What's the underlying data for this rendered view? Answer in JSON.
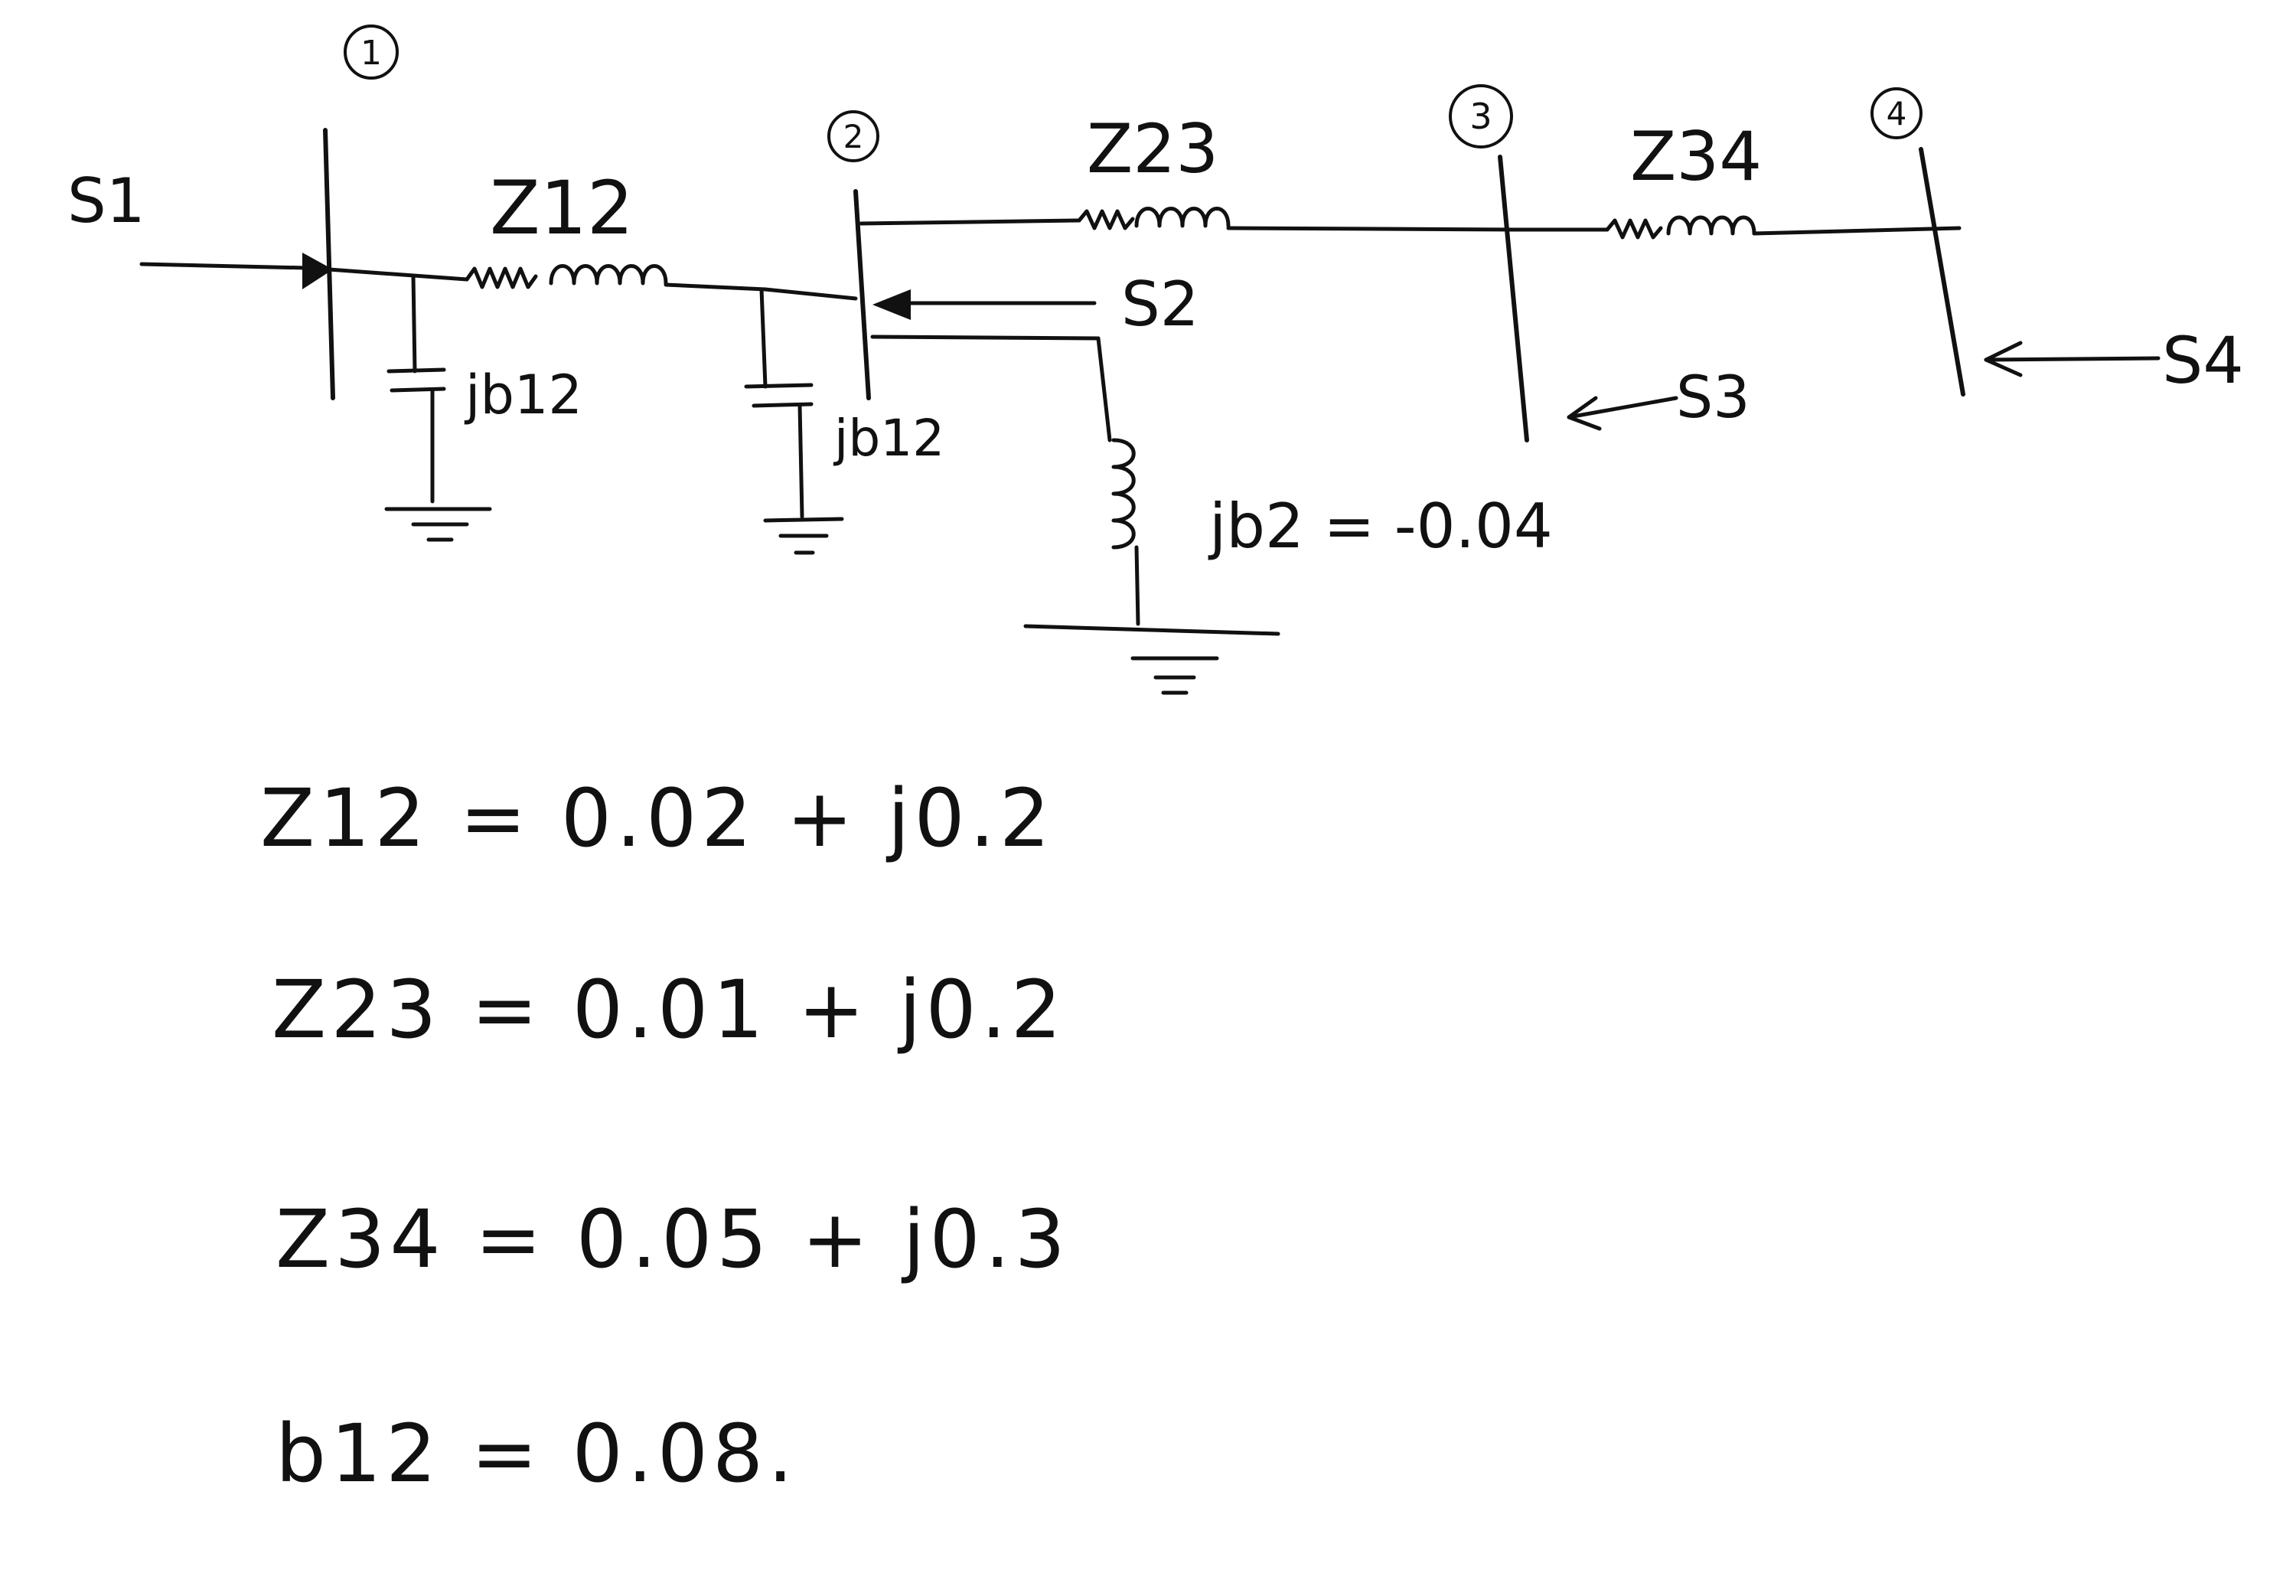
{
  "buses": {
    "bus1": "1",
    "bus2": "2",
    "bus3": "3",
    "bus4": "4"
  },
  "labels": {
    "s1": "S1",
    "s2": "S2",
    "s3": "S3",
    "s4": "S4",
    "z12": "Z12",
    "z23": "Z23",
    "z34": "Z34",
    "jb12_left": "jb12",
    "jb12_right": "jb12",
    "jb2": "jb2 = -0.04"
  },
  "equations": [
    "Z12 = 0.02 + j0.2",
    "Z23 = 0.01 + j0.2",
    "Z34 = 0.05 + j0.3",
    "b12 = 0.08."
  ]
}
